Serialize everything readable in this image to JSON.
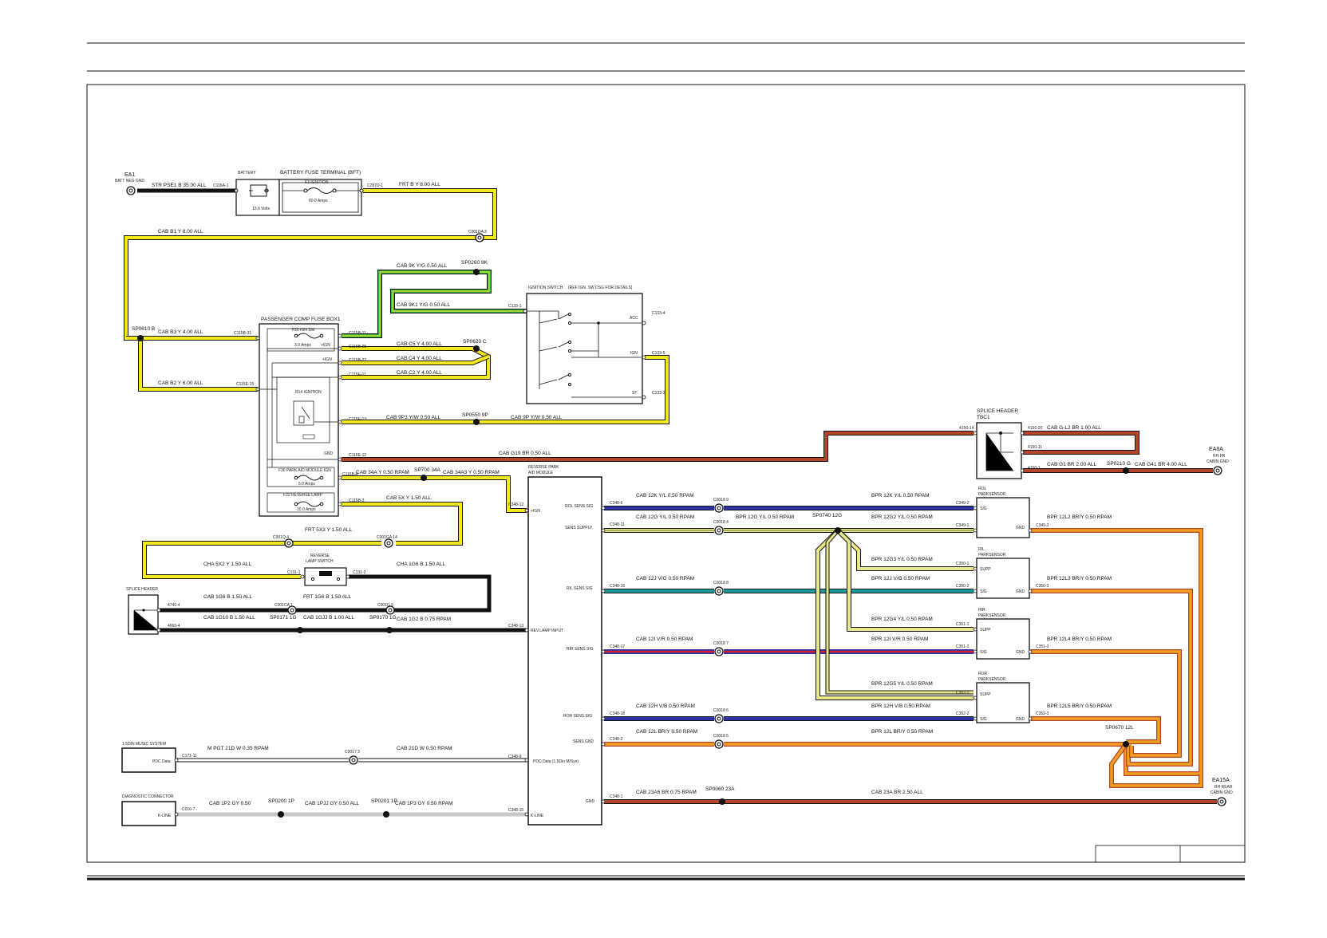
{
  "colors": {
    "yellow": "#f2e81e",
    "green": "#2db34a",
    "brown": "#b4452a",
    "blue": "#2b33a8",
    "teal": "#1d9a9a",
    "red": "#d81f2a",
    "orange": "#f0a020",
    "black": "#111111",
    "grey": "#c8c8c8",
    "white": "#ffffff"
  },
  "grounds": {
    "ea1": {
      "title": "EA1",
      "sub": "BATT NEG GND"
    },
    "ea8a": {
      "title": "EA8A",
      "sub1": "RH FR",
      "sub2": "CABIN GND"
    },
    "ea15a": {
      "title": "EA15A",
      "sub1": "RH REAR",
      "sub2": "CABIN GND"
    }
  },
  "components": {
    "battery": {
      "title": "BATTERY",
      "rating": "12.6 Volts"
    },
    "bft": {
      "title": "BATTERY FUSE TERMINAL (BFT)",
      "fuse": "F3 IGNITION",
      "rating": "60.0 Amps"
    },
    "fusebox": {
      "title": "PASSENGER COMP FUSE BOX1",
      "f30": "F30 IGN SW",
      "f30_rating": "3.0 Amps",
      "ign1": "+IGN",
      "ign2": "+IGN",
      "relay": "R14 IGNITION",
      "f36": "F36 PARK AID MODULE IGN",
      "f36_rating": "5.0 Amps",
      "f22": "F22 REVERSE LAMP",
      "f22_rating": "10.0 Amps",
      "gnd": "GND"
    },
    "ignition_switch": {
      "title": "IGNITION SWITCH",
      "note": "(REF IGN. SW DSG FOR DETAILS)",
      "acc": "ACC",
      "ign": "IGN",
      "st": "ST"
    },
    "splice_tbc1": {
      "title1": "SPLICE HEADER",
      "title2": "TBC1"
    },
    "reverse_switch": {
      "title1": "REVERSE",
      "title2": "LAMP SWITCH"
    },
    "splice_left": {
      "title": "SPLICE HEADER"
    },
    "music": {
      "title": "1.5DIN MUSIC SYSTEM",
      "pin": "PDC Data"
    },
    "diag": {
      "title": "DIAGNOSTIC CONNECTOR",
      "pin": "K-LINE"
    },
    "module": {
      "title1": "REVERSE PARK",
      "title2": "AID MODULE",
      "pins": [
        "+IGN",
        "ROL SENS SIG",
        "SENS SUPPLY",
        "RIL SENS SIG",
        "REV.LAMP INPUT",
        "RIR SENS SIG",
        "ROR SENS SIG",
        "SENS GND",
        "PDC Data (1.5Din M/Sys)",
        "GND",
        "K-LINE"
      ]
    },
    "rol": {
      "t1": "ROL",
      "t2": "PARKSENSOR",
      "p1": "SIG",
      "p2": "SUPP",
      "p3": "GND"
    },
    "ril": {
      "t1": "RIL",
      "t2": "PARKSENSOR",
      "p1": "SUPP",
      "p2": "SIG",
      "p3": "GND"
    },
    "rir": {
      "t1": "RIR",
      "t2": "PARKSENSOR",
      "p1": "SUPP",
      "p2": "SIG",
      "p3": "GND"
    },
    "ror": {
      "t1": "ROR",
      "t2": "PARKSENSOR",
      "p1": "SUPP",
      "p2": "SIG",
      "p3": "GND"
    }
  },
  "connectors": {
    "c116a1": "C116A-1",
    "c287d1": "C287D-1",
    "c001da3": "C001DA 3",
    "c115b31": "C115B-31",
    "c115b11": "C115B-11",
    "c115b25": "C115B-25",
    "c115b22": "C115B-22",
    "c115e11": "C115E-11",
    "c115e15": "C115E-15",
    "c115e13": "C115E-13",
    "c115e12": "C115E-12",
    "c115b4": "C115B-4",
    "c115b3": "C115B-3",
    "c1331": "C133-1",
    "c1334": "C133-4",
    "c1335": "C133-5",
    "c1333": "C133-3",
    "c15014": "4150-14",
    "c15020": "4150-20",
    "c15011": "4150-11",
    "c1501": "4150-1",
    "c001q4": "C001Q 4",
    "c001ga14": "C001GA 14",
    "c1311": "C131-1",
    "c1312": "C131-2",
    "c4740": "4740-4",
    "c001ca1": "C001CA 1",
    "c001g5": "C001G 5",
    "c46604": "4660-4",
    "c34812": "C348-12",
    "c34813": "C348-13",
    "c3486": "C348-6",
    "c34811": "C348-11",
    "c34816": "C348-16",
    "c34817": "C348-17",
    "c34818": "C348-18",
    "c3482": "C348-2",
    "c3481": "C348-1",
    "c3489": "C348-9",
    "c34815": "C348-15",
    "c0018_9": "C0018 9",
    "c0018_4": "C0018 4",
    "c0018_8": "C0018 8",
    "c0018_7": "C0018 7",
    "c0018_6": "C0018 6",
    "c0018_5": "C0018 5",
    "c0017_3": "C0017 3",
    "c3492": "C349-2",
    "c3491": "C349-1",
    "c3493": "C349-3",
    "c3501": "C350-1",
    "c3502": "C350-2",
    "c3503": "C350-3",
    "c3511": "C351-1",
    "c3512": "C351-2",
    "c3513": "C351-3",
    "c3521": "C352-1",
    "c3522": "C352-2",
    "c3523": "C352-3",
    "c17111": "C171-11",
    "c0167": "C016-7"
  },
  "wires": {
    "w_str": "STR   PSE1 B 35.00 ALL",
    "w_frt_by": "FRT   B Y 8.00 ALL",
    "w_cab_b1": "CAB   B1 Y 8.00 ALL",
    "w_cab_9k": "CAB   9K Y/G 0.50 ALL",
    "w_cab_9k1": "CAB   9K1 Y/G 0.50 ALL",
    "w_cab_b3": "CAB   B3 Y 4.00 ALL",
    "w_cab_c5": "CAB   C5 Y 4.00 ALL",
    "w_cab_c4": "CAB   C4 Y 4.00 ALL",
    "w_cab_c2": "CAB   C2 Y 4.00 ALL",
    "w_cab_b2": "CAB   B2 Y 6.00 ALL",
    "w_cab_9p3": "CAB   9P3 Y/W 0.50 ALL",
    "w_cab_9p": "CAB   9P Y/W 0.50 ALL",
    "w_cab_g19": "CAB   G19 BR 0.50 ALL",
    "w_cab_gl2": "CAB   G-L2 BR 1.00 ALL",
    "w_cab_g1": "CAB   G1 BR 2.00 ALL",
    "w_cab_g41": "CAB   G41 BR 4.00 ALL",
    "w_cab_34a": "CAB 34A Y 0.50 RPAM",
    "w_cab_34a3": "CAB   34A3 Y 0.50 RPAM",
    "w_cab_5x": "CAB   5X Y 1.50 ALL",
    "w_frt_5x3": "FRT   5X3 Y 1.50 ALL",
    "w_cha_5x2": "CHA   5X2 Y 1.50 ALL",
    "w_cha_1g6": "CHA   1G6 B 1.50 ALL",
    "w_cab_1g6": "CAB   1G6 B 1.50 ALL",
    "w_frt_1g6": "FRT   1G6 B 1.50 ALL",
    "w_cab_1g10": "CAB   1G10 B 1.50 ALL",
    "w_cab_1gjj": "CAB   1GJJ B 1.00 ALL",
    "w_cab_1g2": "CAB   1G2 B 0.75 RPAM",
    "w_cab_12k": "CAB   12K Y/L 0.50 RPAM",
    "w_bpr_12k": "BPR   12K Y/L 0.50 RPAM",
    "w_cab_12g": "CAB   12G Y/L 0.50 RPAM",
    "w_bpr_12g": "BPR   12G Y/L 0.50 RPAM",
    "w_bpr_12g2": "BPR   12G2 Y/L 0.50 RPAM",
    "w_bpr_12g3": "BPR   12G3 Y/L 0.50 RPAM",
    "w_cab_12j": "CAB   12J V/G 0.50 RPAM",
    "w_bpr_12j": "BPR   12J V/G 0.50 RPAM",
    "w_bpr_12g4": "BPR   12G4 Y/L 0.50 RPAM",
    "w_cab_12i": "CAB   12I V/R 0.50 RPAM",
    "w_bpr_12i": "BPR   12I V/R 0.50 RPAM",
    "w_bpr_12g5": "BPR   12G5 Y/L 0.50 RPAM",
    "w_cab_12h": "CAB   12H V/B 0.50 RPAM",
    "w_bpr_12h": "BPR   12H V/B 0.50 RPAM",
    "w_cab_12l": "CAB   12L BR/Y 0.50 RPAM",
    "w_bpr_12l": "BPR   12L BR/Y 0.50 RPAM",
    "w_bpr_12l2": "BPR   12L2 BR/Y 0.50 RPAM",
    "w_bpr_12l3": "BPR   12L3 BR/Y 0.50 RPAM",
    "w_bpr_12l4": "BPR   12L4 BR/Y 0.50 RPAM",
    "w_bpr_12l5": "BPR   12L5 BR/Y 0.50 RPAM",
    "w_mpgt_21d": "M PGT   21D W 0.35 RPAM",
    "w_cab_21d": "CAB   21D W 0.50 RPAM",
    "w_cab_23a6": "CAB   23A6 BR 0.75 RPAM",
    "w_cab_23a": "CAB   23A BR 2.50 ALL",
    "w_cab_1p2": "CAB   1P2 GY 0.50",
    "w_cab_1pjj": "CAB   1PJJ GY 0.50 ALL",
    "w_cab_1p3": "CAB   1P3 GY 0.50 RPAM"
  },
  "splices": {
    "sp0260": "SP0260 9K",
    "sp0610": "SP0610 B",
    "sp0620": "SP0620 C",
    "sp0550": "SP0550 9P",
    "sp700": "SP700 34A",
    "sp0210": "SP0210 G",
    "sp0171": "SP0171 1G",
    "sp0170": "SP0170 1G",
    "sp0740": "SP0740 12G",
    "sp0670": "SP0670 12L",
    "sp0060": "SP0060 23A",
    "sp0200": "SP0200 1P",
    "sp0201": "SP0201 1P"
  }
}
